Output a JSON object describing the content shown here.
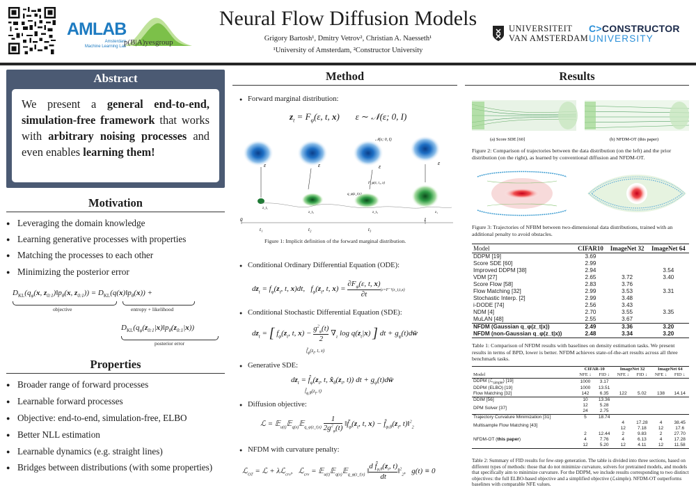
{
  "header": {
    "title": "Neural Flow Diffusion Models",
    "authors": "Grigory Bartosh¹, Dmitry Vetrov², Christian A. Naesseth¹",
    "affiliations": "¹University of Amsterdam, ²Constructor University",
    "logo_amlab": "AMLAB",
    "logo_amlab_sub1": "Amsterdam",
    "logo_amlab_sub2": "Machine Learning Lab",
    "logo_bayes": "p(B|A)yesgroup",
    "logo_uva_1": "UNIVERSITEIT",
    "logo_uva_2": "VAN AMSTERDAM",
    "logo_constructor_1": "CONSTRUCTOR",
    "logo_constructor_2": "UNIVERSITY"
  },
  "abstract": {
    "title": "Abstract",
    "p1": "We present a ",
    "b1": "general end-to-end, simulation-free framework",
    "p2": " that works with ",
    "b2": "arbitrary noising processes",
    "p3": " and even enables ",
    "b3": "learning them!"
  },
  "motivation": {
    "title": "Motivation",
    "items": [
      "Leveraging the domain knowledge",
      "Learning generative processes with properties",
      "Matching the processes to each other",
      "Minimizing the posterior error"
    ],
    "brace_objective": "objective",
    "brace_entropy": "entropy + likelihood",
    "brace_posterior": "posterior error"
  },
  "properties": {
    "title": "Properties",
    "items": [
      "Broader range of forward processes",
      "Learnable forward processes",
      "Objective: end-to-end, simulation-free, ELBO",
      "Better NLL estimation",
      "Learnable dynamics (e.g. straight lines)",
      "Bridges between distributions (with some properties)"
    ]
  },
  "method": {
    "title": "Method",
    "b1": "Forward marginal distribution:",
    "fig1_caption": "Figure 1: Implicit definition of the forward marginal distribution.",
    "fig1_ticks": [
      "0",
      "t₁",
      "t₂",
      "t₃",
      "1"
    ],
    "b2": "Conditional Ordinary Differential Equation (ODE):",
    "b3": "Conditional Stochastic Differential Equation (SDE):",
    "b4": "Generative SDE:",
    "b5": "Diffusion objective:",
    "b6": "NFDM with curvature penalty:"
  },
  "results": {
    "title": "Results",
    "fig2_label_a": "(a) Score SDE [60]",
    "fig2_label_b": "(b) NFDM-OT (this paper)",
    "fig2_caption": "Figure 2: Comparison of trajectories between the data distribution (on the left) and the prior distribution (on the right), as learned by conventional diffusion and NFDM-OT.",
    "fig3_caption": "Figure 3: Trajectories of NFBM between two-dimensional data distributions, trained with an additional penalty to avoid obstacles.",
    "table1": {
      "headers": [
        "Model",
        "CIFAR10",
        "ImageNet 32",
        "ImageNet 64"
      ],
      "rows": [
        [
          "DDPM [19]",
          "3.69",
          "",
          ""
        ],
        [
          "Score SDE [60]",
          "2.99",
          "",
          ""
        ],
        [
          "Improved DDPM [38]",
          "2.94",
          "",
          "3.54"
        ],
        [
          "VDM [27]",
          "2.65",
          "3.72",
          "3.40"
        ],
        [
          "Score Flow [58]",
          "2.83",
          "3.76",
          ""
        ],
        [
          "Flow Matching [32]",
          "2.99",
          "3.53",
          "3.31"
        ],
        [
          "Stochastic Interp. [2]",
          "2.99",
          "3.48",
          ""
        ],
        [
          "i-DODE [74]",
          "2.56",
          "3.43",
          ""
        ],
        [
          "NDM [4]",
          "2.70",
          "3.55",
          "3.35"
        ],
        [
          "MuLAN [48]",
          "2.55",
          "3.67",
          ""
        ]
      ],
      "nfdm_rows": [
        [
          "NFDM (Gaussian q_φ(z_t|x))",
          "2.49",
          "3.36",
          "3.20"
        ],
        [
          "NFDM (non-Gaussian q_φ(z_t|x))",
          "2.48",
          "3.34",
          "3.20"
        ]
      ],
      "caption": "Table 1: Comparison of NFDM results with baselines on density estimation tasks. We present results in terms of BPD, lower is better. NFDM achieves state-of-the-art results across all three benchmark tasks."
    },
    "table2": {
      "group_headers": [
        "CIFAR-10",
        "ImageNet 32",
        "ImageNet 64"
      ],
      "sub_headers": [
        "Model",
        "NFE ↓",
        "FID ↓",
        "NFE ↓",
        "FID ↓",
        "NFE ↓",
        "FID ↓"
      ],
      "caption": "Table 2: Summary of FID results for few-step generation. The table is divided into three sections, based on different types of methods: those that do not minimize curvature, solvers for pretrained models, and models that specifically aim to minimize curvature. For the DDPM, we include results corresponding to two distinct objectives: the full ELBO-based objective and a simplified objective (ℒsimple). NFDM-OT outperforms baselines with comparable NFE values."
    }
  }
}
